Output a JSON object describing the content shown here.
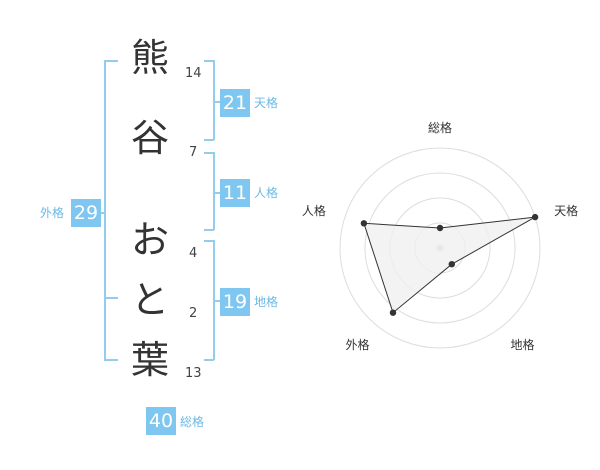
{
  "name": {
    "chars": [
      {
        "char": "熊",
        "strokes": "14"
      },
      {
        "char": "谷",
        "strokes": "7"
      },
      {
        "char": "お",
        "strokes": "4"
      },
      {
        "char": "と",
        "strokes": "2"
      },
      {
        "char": "葉",
        "strokes": "13"
      }
    ]
  },
  "fortunes": {
    "tenkaku": {
      "value": "21",
      "label": "天格"
    },
    "jinkaku": {
      "value": "11",
      "label": "人格"
    },
    "chikaku": {
      "value": "19",
      "label": "地格"
    },
    "gaikaku": {
      "value": "29",
      "label": "外格"
    },
    "soukaku": {
      "value": "40",
      "label": "総格"
    }
  },
  "colors": {
    "accent": "#7fc7f0",
    "bracket": "#92ccef",
    "radar_fill": "#f0f0f0"
  },
  "chart_data": {
    "type": "radar",
    "axes": [
      "総格",
      "天格",
      "地格",
      "外格",
      "人格"
    ],
    "values": [
      1,
      5,
      1,
      4,
      4
    ],
    "range": [
      0,
      5
    ],
    "rings": 4
  }
}
